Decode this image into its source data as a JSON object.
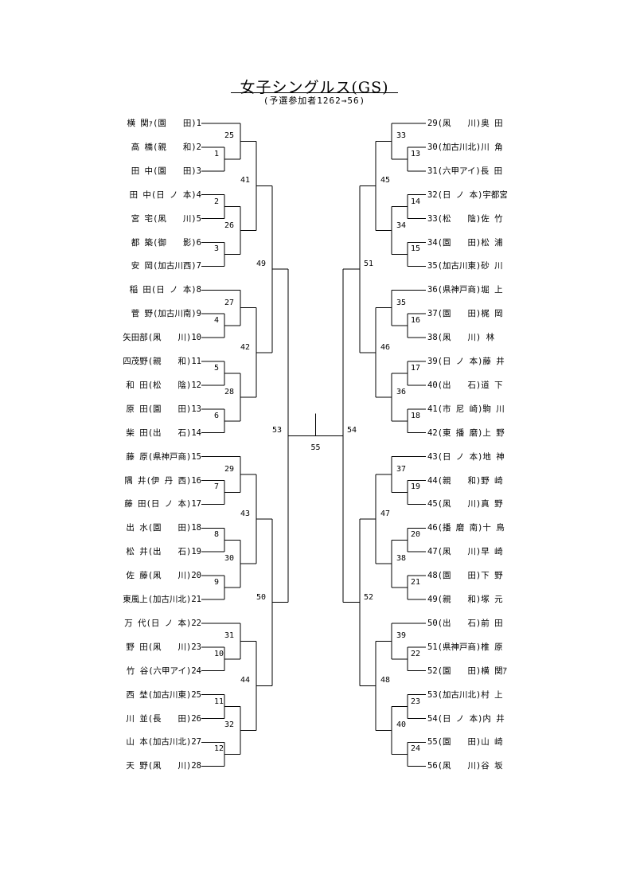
{
  "title": "女子シングルス(GS)",
  "subtitle": "(予選参加者1262→56)",
  "final_label": "55",
  "left_players": [
    "横 関ｧ(園　　田)1",
    "高 橋(親　　和)2",
    "田 中(園　　田)3",
    "田 中(日 ノ 本)4",
    "宮 宅(凩　　川)5",
    "都 築(御　　影)6",
    "安 岡(加古川西)7",
    "稲 田(日 ノ 本)8",
    "菅 野(加古川南)9",
    "矢田部(凩　　川)10",
    "四茂野(親　　和)11",
    "和 田(松　　陰)12",
    "原 田(園　　田)13",
    "柴 田(出　　石)14",
    "藤 原(県神戸商)15",
    "隅 井(伊 丹 西)16",
    "藤 田(日 ノ 本)17",
    "出 水(園　　田)18",
    "松 井(出　　石)19",
    "佐 藤(凩　　川)20",
    "東風上(加古川北)21",
    "万 代(日 ノ 本)22",
    "野 田(凩　　川)23",
    "竹 谷(六甲アイ)24",
    "西 埜(加古川東)25",
    "川 並(長　　田)26",
    "山 本(加古川北)27",
    "天 野(凩　　川)28"
  ],
  "right_players": [
    "29(凩　　川)奥 田",
    "30(加古川北)川 角",
    "31(六甲アイ)長 田",
    "32(日 ノ 本)宇都宮",
    "33(松　　陰)佐 竹",
    "34(園　　田)松 浦",
    "35(加古川東)砂 川",
    "36(県神戸商)堀 上",
    "37(園　　田)梶 岡",
    "38(凩　　川) 林",
    "39(日 ノ 本)藤 井",
    "40(出　　石)道 下",
    "41(市 尼 崎)駒 川",
    "42(東 播 磨)上 野",
    "43(日 ノ 本)地 神",
    "44(親　　和)野 崎",
    "45(凩　　川)真 野",
    "46(播 磨 南)十 鳥",
    "47(凩　　川)早 崎",
    "48(園　　田)下 野",
    "49(親　　和)塚 元",
    "50(出　　石)前 田",
    "51(県神戸商)椎 原",
    "52(園　　田)横 関ｱ",
    "53(加古川北)村 上",
    "54(日 ノ 本)内 井",
    "55(園　　田)山 崎",
    "56(凩　　川)谷 坂"
  ],
  "left_match_labels": [
    "1",
    "2",
    "3",
    "4",
    "5",
    "6",
    "7",
    "8",
    "9",
    "10",
    "11",
    "12",
    "25",
    "26",
    "27",
    "28",
    "29",
    "30",
    "31",
    "32",
    "41",
    "42",
    "43",
    "44",
    "49",
    "50",
    "53"
  ],
  "right_match_labels": [
    "13",
    "14",
    "15",
    "16",
    "17",
    "18",
    "19",
    "20",
    "21",
    "22",
    "23",
    "24",
    "33",
    "34",
    "35",
    "36",
    "37",
    "38",
    "39",
    "40",
    "45",
    "46",
    "47",
    "48",
    "51",
    "52",
    "54"
  ]
}
